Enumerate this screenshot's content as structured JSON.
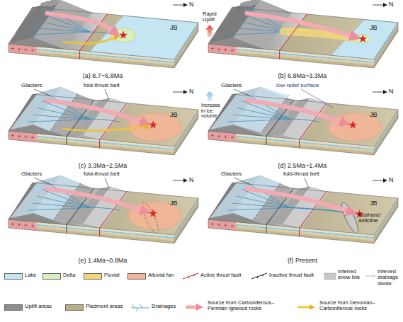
{
  "diagram": {
    "nodes": [
      {
        "text": [
          "(a) 8.7~6.8Ma"
        ]
      },
      {
        "text": [
          "(b) 6.8Ma~3.3Ma"
        ]
      },
      {
        "text": [
          "(c) 3.3Ma~2.5Ma"
        ]
      },
      {
        "text": [
          "(d) 2.5Ma~1.4Ma"
        ]
      },
      {
        "text": [
          "(e) 1.4Ma~0.8Ma"
        ]
      },
      {
        "text": [
          "(f) Present"
        ]
      }
    ],
    "labels": [
      "JB",
      "N",
      "Rapid Uplift",
      "JB",
      "N",
      "Glaciers",
      "fold-thrust belt",
      "JB",
      "N",
      "Glaciers",
      "low-relief surface",
      "Increase in ice volume",
      "JB",
      "N",
      "Glaciers",
      "fold-thrust belt",
      "JB",
      "N",
      "Glaciers",
      "fold-thrust belt",
      "JB",
      "N",
      "Dushanzi anticline"
    ],
    "legend": [
      {
        "text": "Lake",
        "color": "#c4e5f1"
      },
      {
        "text": "Delta",
        "color": "#dcedbf"
      },
      {
        "text": "Fluvial",
        "color": "#f4d778"
      },
      {
        "text": "Alluvial fan",
        "color": "#f3b597"
      },
      {
        "text": "Active thrust fault"
      },
      {
        "text": "Inactive thrust fault"
      },
      {
        "text": "Inferred snow line"
      },
      {
        "text": "Inferred drainage divide"
      },
      {
        "text": "Uplift areas",
        "color": "#8e8e8e"
      },
      {
        "text": "Piedmont areas",
        "color": "#b8ae8c"
      },
      {
        "text": "Drainages"
      },
      {
        "text": "Source from Carboniferous–Permian igneous rocks"
      },
      {
        "text": "Source from Devonian–Carboniferous rocks"
      }
    ]
  }
}
